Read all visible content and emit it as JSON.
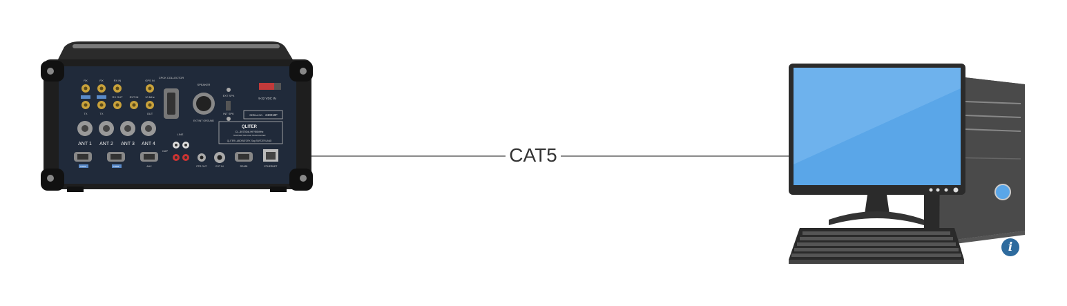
{
  "connection": {
    "label": "CAT5",
    "line_color": "#8a8a8a"
  },
  "radio_device": {
    "connectors_top": [
      "RX",
      "RX",
      "RX IN",
      "GPS IN",
      "CPCK"
    ],
    "connectors_mid": [
      "TX",
      "TX",
      "RX OUT",
      "EXT IN",
      "10 MHz",
      "OUT"
    ],
    "antennas": [
      "ANT 1",
      "ANT 2",
      "ANT 3",
      "ANT 4"
    ],
    "bottom_ports": [
      "COM1",
      "COM2",
      "AUX",
      "PPS OUT",
      "EXT IN",
      "RS485",
      "ETHERNET"
    ],
    "labels": {
      "collector": "CPCK COLLECTOR",
      "speaker": "SPEAKER",
      "ext_spk": "EXT SPK",
      "int_spk": "INT SPK",
      "power": "9-32 VDC IN",
      "ground": "EXT/INT GROUND",
      "serial_label": "SERIAL NO.",
      "serial_value": "240010F",
      "brand": "QLITER",
      "model": "CL-3070DA HF/50MHz",
      "model_sub": "TRANSMITTER AND TRANSCEIVER",
      "maker": "QLITER LABORATORY, Sag SWITZERLAND",
      "line": "LINE",
      "cap": "CAP"
    }
  },
  "computer": {
    "screen_color": "#5aa6e8",
    "case_color": "#3a3a3a"
  },
  "info_icon": {
    "glyph": "i"
  }
}
